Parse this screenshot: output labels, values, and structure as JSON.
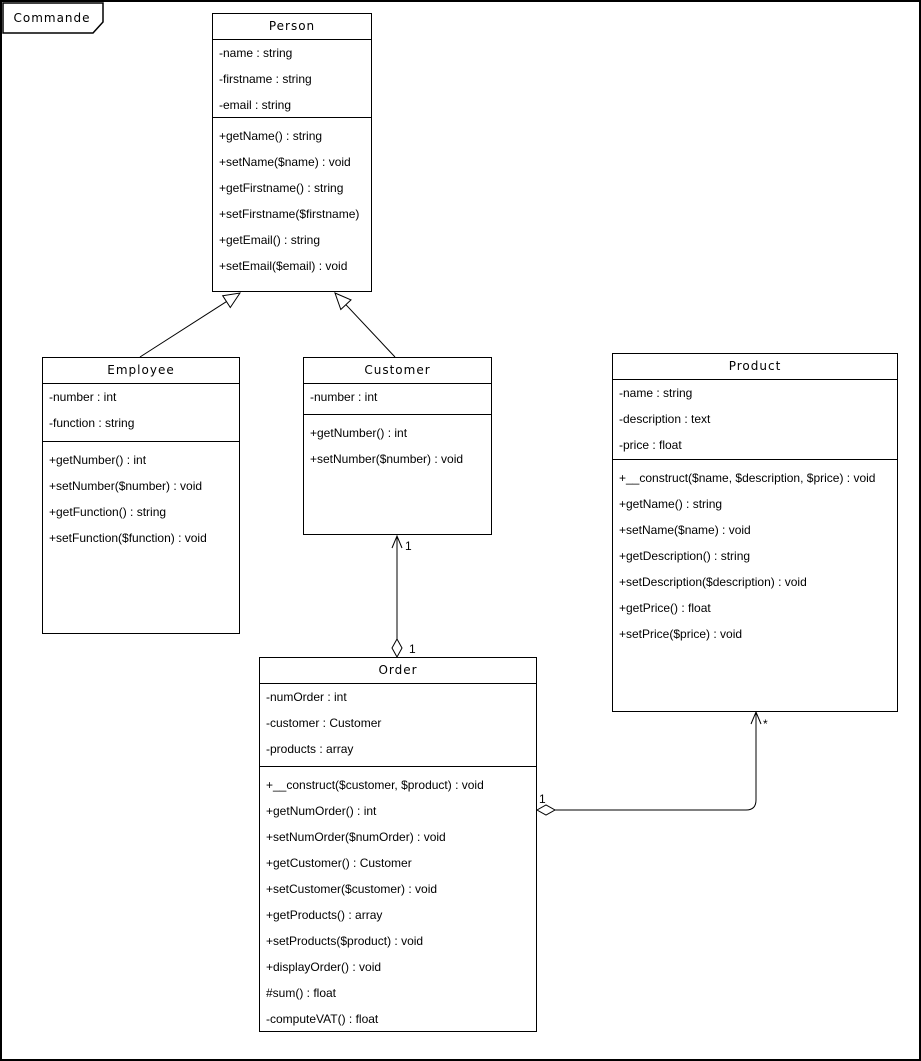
{
  "frame": {
    "label": "Commande"
  },
  "classes": {
    "person": {
      "title": "Person",
      "attributes": [
        "-name : string",
        "-firstname : string",
        "-email : string"
      ],
      "methods": [
        "+getName() : string",
        "+setName($name) : void",
        "+getFirstname() : string",
        "+setFirstname($firstname)",
        "+getEmail() : string",
        "+setEmail($email) : void"
      ]
    },
    "employee": {
      "title": "Employee",
      "attributes": [
        "-number : int",
        "-function : string"
      ],
      "methods": [
        "+getNumber() : int",
        "+setNumber($number) : void",
        "+getFunction() : string",
        "+setFunction($function) : void"
      ]
    },
    "customer": {
      "title": "Customer",
      "attributes": [
        "-number : int"
      ],
      "methods": [
        "+getNumber() : int",
        "+setNumber($number) : void"
      ]
    },
    "product": {
      "title": "Product",
      "attributes": [
        "-name : string",
        "-description : text",
        "-price : float"
      ],
      "methods": [
        "+__construct($name, $description, $price) : void",
        "+getName() : string",
        "+setName($name) : void",
        "+getDescription() : string",
        "+setDescription($description) : void",
        "+getPrice() : float",
        "+setPrice($price) : void"
      ]
    },
    "order": {
      "title": "Order",
      "attributes": [
        "-numOrder : int",
        "-customer : Customer",
        "-products : array"
      ],
      "methods": [
        "+__construct($customer, $product) : void",
        "+getNumOrder() : int",
        "+setNumOrder($numOrder) : void",
        "+getCustomer() : Customer",
        "+setCustomer($customer) : void",
        "+getProducts() : array",
        "+setProducts($product) : void",
        "+displayOrder() : void",
        "#sum() : float",
        "-computeVAT() : float"
      ]
    }
  },
  "relations": {
    "order_customer": {
      "customer_end": "1",
      "order_end": "1"
    },
    "order_product": {
      "order_end": "1",
      "product_end": "*"
    }
  },
  "colors": {
    "line": "#000000",
    "background": "#ffffff"
  }
}
